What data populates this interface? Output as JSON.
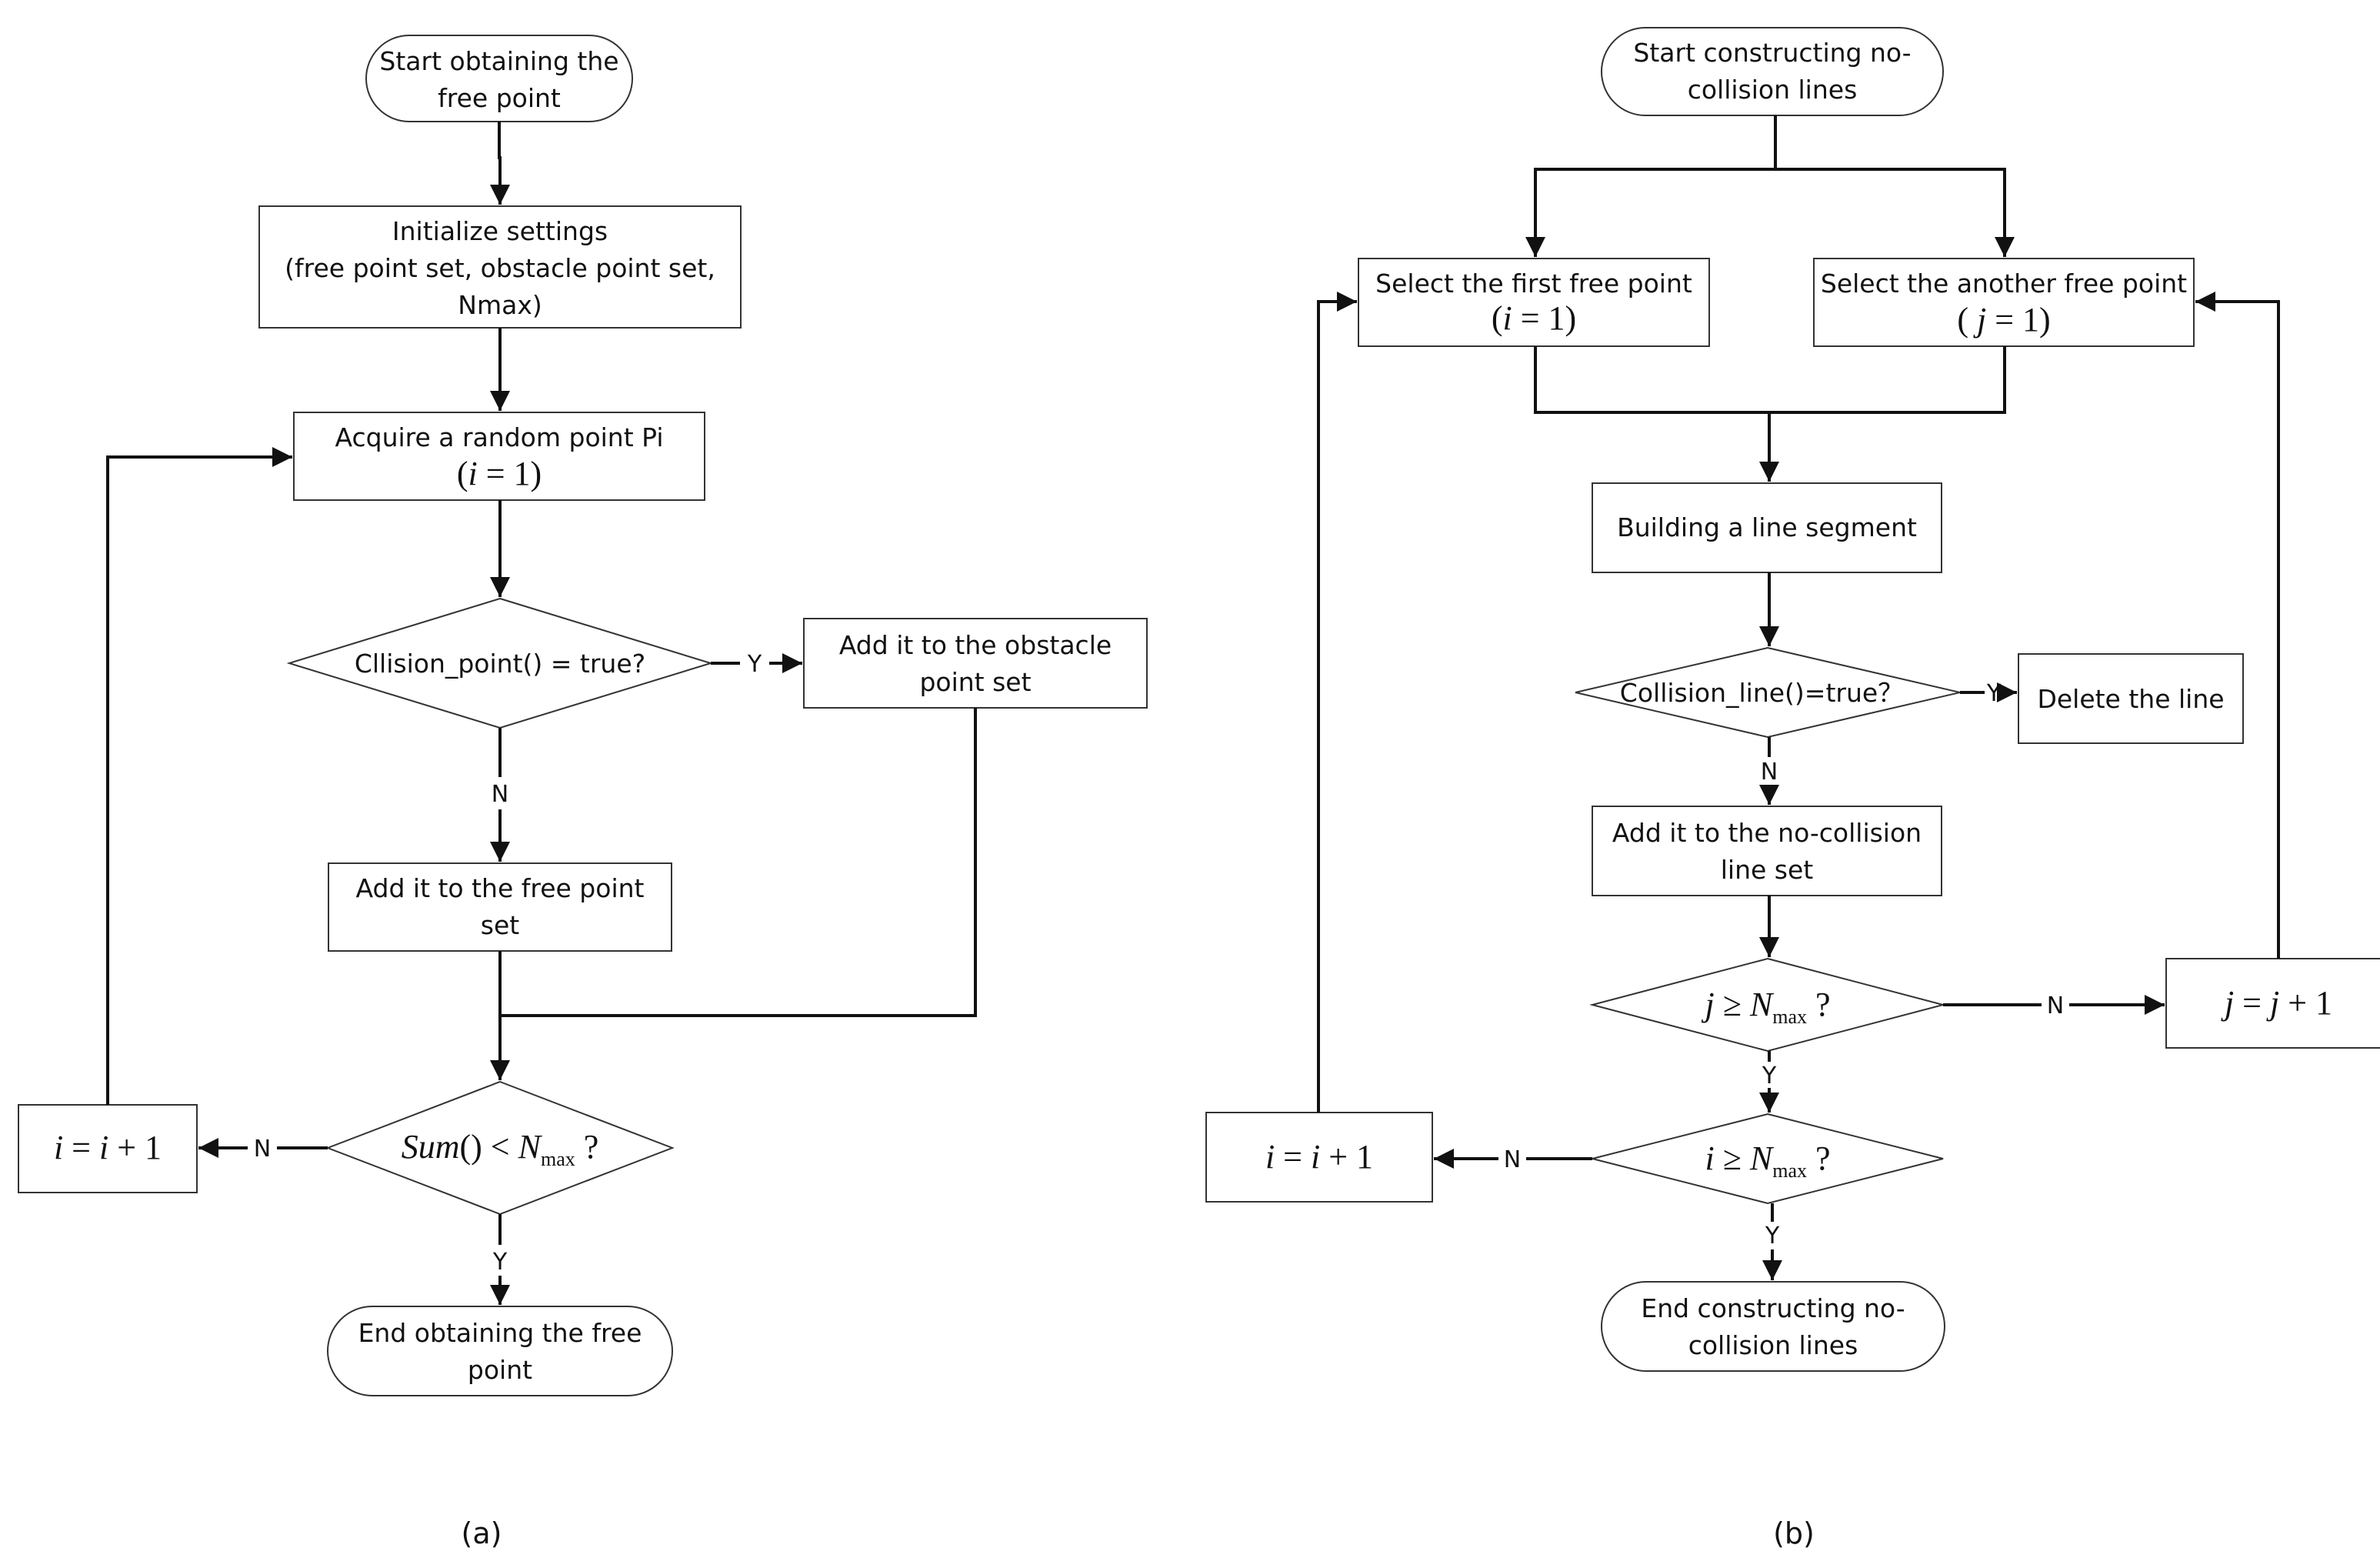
{
  "diagram_a": {
    "caption": "(a)",
    "start": [
      "Start obtaining the",
      "free point"
    ],
    "init": [
      "Initialize  settings",
      "(free point set, obstacle point set,",
      "Nmax)"
    ],
    "acquire": "Acquire a random point Pi",
    "acquire_math": "(i = 1)",
    "collision_q": "Cllision_point() = true?",
    "add_obstacle": [
      "Add it to the obstacle",
      "point set"
    ],
    "add_free": [
      "Add it to the free point",
      "set"
    ],
    "sum_q": {
      "fn": "Sum",
      "rest": "() < ",
      "var": "N",
      "sub": "max",
      "tail": " ?"
    },
    "increment": "i = i + 1",
    "end": [
      "End obtaining the free",
      "point"
    ],
    "edge_labels": {
      "yes_obstacle": "Y",
      "no_free": "N",
      "no_loop": "N",
      "yes_end": "Y"
    }
  },
  "diagram_b": {
    "caption": "(b)",
    "start": [
      "Start constructing  no-",
      "collision lines"
    ],
    "select_first": "Select the first free point",
    "select_first_math": "(i = 1)",
    "select_another": "Select the another free point",
    "select_another_math": "( j = 1)",
    "build": "Building a line segment",
    "collision_q": "Collision_line()=true？",
    "delete": "Delete the line",
    "add_line": [
      "Add it to the no-collision",
      "line set"
    ],
    "j_q": {
      "var1": "j",
      "op": " ≥ ",
      "var2": "N",
      "sub": "max",
      "tail": " ?"
    },
    "j_increment": "j = j + 1",
    "i_q": {
      "var1": "i",
      "op": " ≥ ",
      "var2": "N",
      "sub": "max",
      "tail": " ?"
    },
    "i_increment": "i = i + 1",
    "end": [
      "End constructing no-",
      "collision lines"
    ],
    "edge_labels": {
      "yes_delete": "Y",
      "no_add": "N",
      "no_j": "N",
      "yes_i": "Y",
      "no_i": "N",
      "yes_end": "Y"
    }
  }
}
